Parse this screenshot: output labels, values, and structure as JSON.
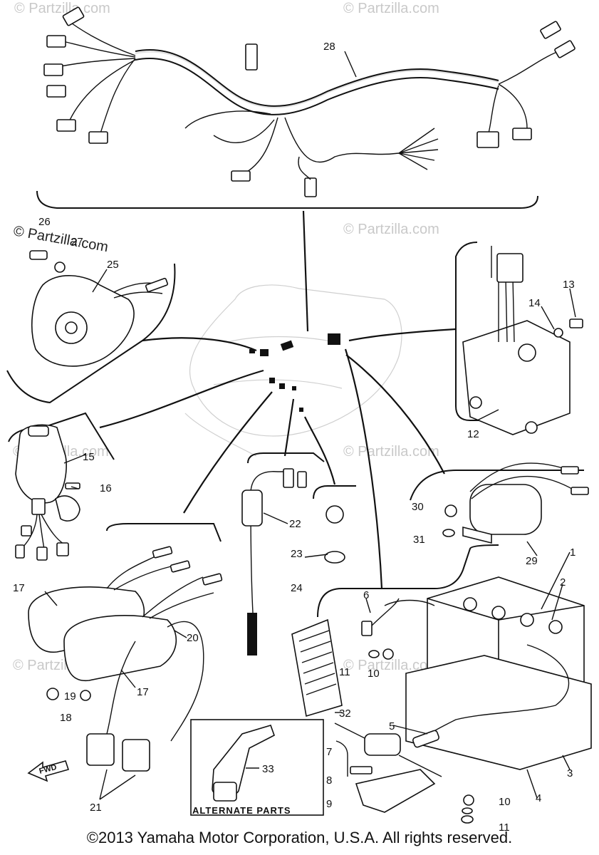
{
  "watermark": {
    "text": "© Partzilla.com"
  },
  "callouts": {
    "c1": "1",
    "c2": "2",
    "c3": "3",
    "c4": "4",
    "c5": "5",
    "c6": "6",
    "c7": "7",
    "c8": "8",
    "c9": "9",
    "c10a": "10",
    "c10b": "10",
    "c11a": "11",
    "c11b": "11",
    "c12": "12",
    "c13": "13",
    "c14": "14",
    "c15": "15",
    "c16": "16",
    "c17a": "17",
    "c17b": "17",
    "c18": "18",
    "c19": "19",
    "c20": "20",
    "c21": "21",
    "c22": "22",
    "c23": "23",
    "c24": "24",
    "c25": "25",
    "c26": "26",
    "c27": "27",
    "c28": "28",
    "c29": "29",
    "c30": "30",
    "c31": "31",
    "c32": "32",
    "c33": "33"
  },
  "alternate_parts_label": "ALTERNATE PARTS",
  "fwd_label": "FWD",
  "copyright": "©2013 Yamaha Motor Corporation, U.S.A. All rights reserved."
}
